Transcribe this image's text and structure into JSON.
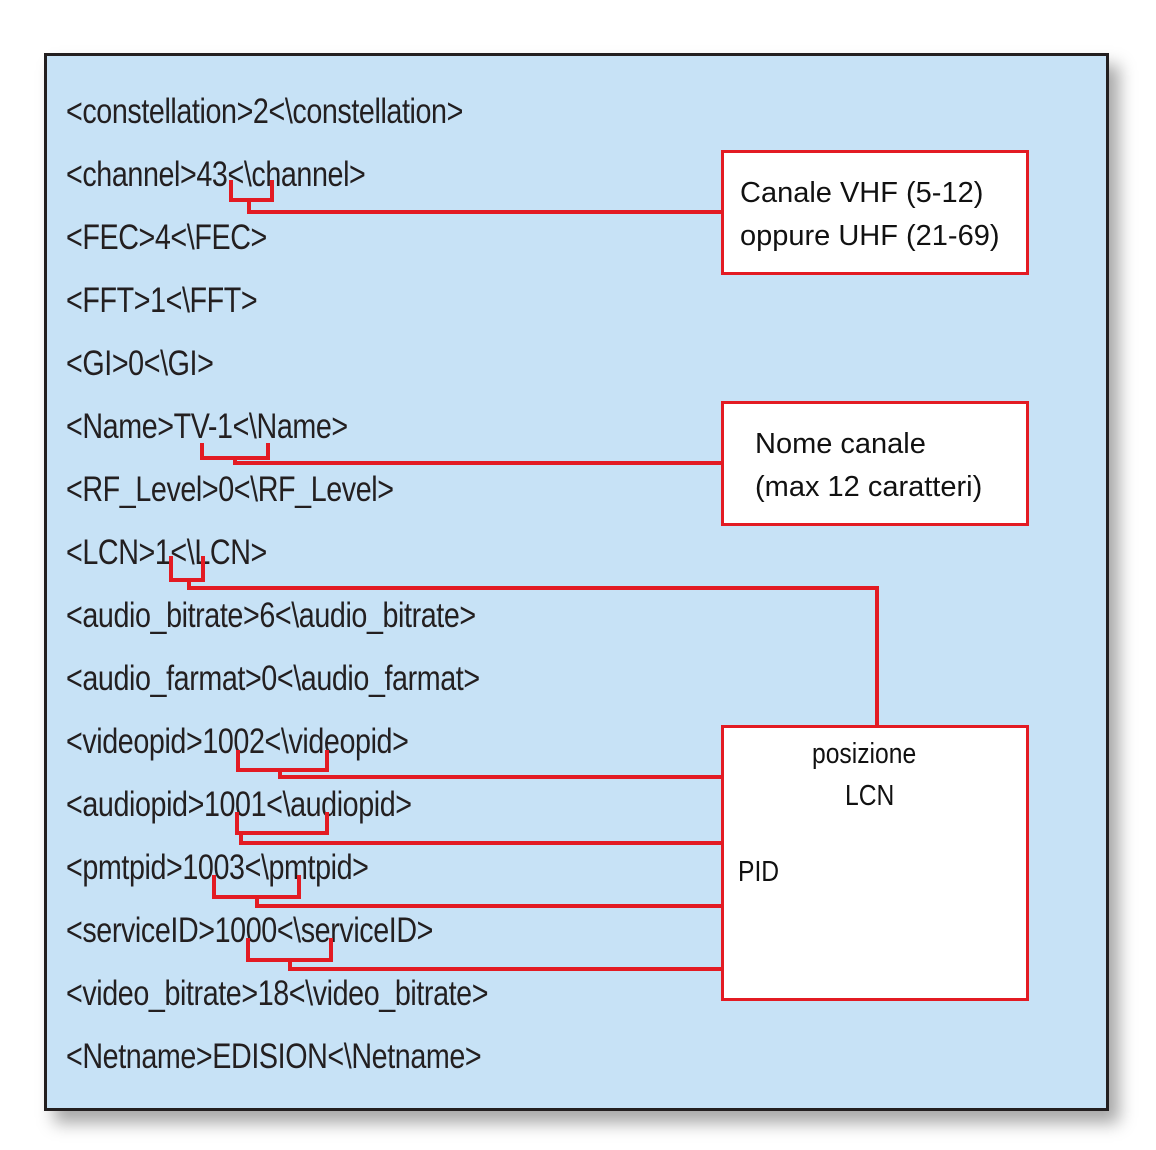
{
  "xml_lines": [
    "<constellation>2<\\constellation>",
    "<channel>43<\\channel>",
    "<FEC>4<\\FEC>",
    "<FFT>1<\\FFT>",
    "<GI>0<\\GI>",
    "<Name>TV-1<\\Name>",
    "<RF_Level>0<\\RF_Level>",
    "<LCN>1<\\LCN>",
    "<audio_bitrate>6<\\audio_bitrate>",
    "<audio_farmat>0<\\audio_farmat>",
    "<videopid>1002<\\videopid>",
    "<audiopid>1001<\\audiopid>",
    "<pmtpid>1003<\\pmtpid>",
    "<serviceID>1000<\\serviceID>",
    "<video_bitrate>18<\\video_bitrate>",
    "<Netname>EDISION<\\Netname>"
  ],
  "callouts": {
    "channel": {
      "line1": "Canale VHF (5-12)",
      "line2": "oppure UHF (21-69)"
    },
    "name": {
      "line1": "Nome canale",
      "line2": "(max 12 caratteri)"
    },
    "lcn_pid": {
      "title1": "posizione",
      "title2": "LCN",
      "pid": "PID"
    }
  },
  "colors": {
    "background": "#c7e2f6",
    "accent": "#e31b23",
    "frame": "#231f20"
  }
}
